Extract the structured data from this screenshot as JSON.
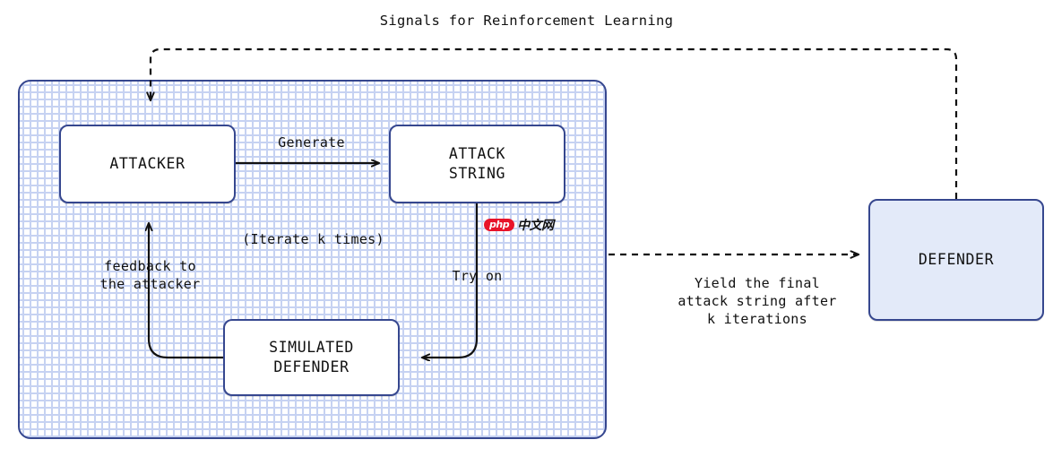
{
  "diagram": {
    "title": "Signals for Reinforcement Learning",
    "nodes": {
      "attacker": "ATTACKER",
      "attack_string": "ATTACK\nSTRING",
      "simulated_defender": "SIMULATED\nDEFENDER",
      "defender": "DEFENDER"
    },
    "edge_labels": {
      "generate": "Generate",
      "iterate": "(Iterate k times)",
      "feedback": "feedback to\nthe attacker",
      "try_on": "Try on",
      "yield": "Yield the final\nattack string after\nk iterations"
    },
    "watermark": {
      "badge": "php",
      "text": "中文网"
    },
    "colors": {
      "border": "#36478f",
      "defender_fill": "#e3eaf9",
      "dot_pattern": "#c6d2f2",
      "arrow": "#111111",
      "background": "#ffffff"
    }
  }
}
